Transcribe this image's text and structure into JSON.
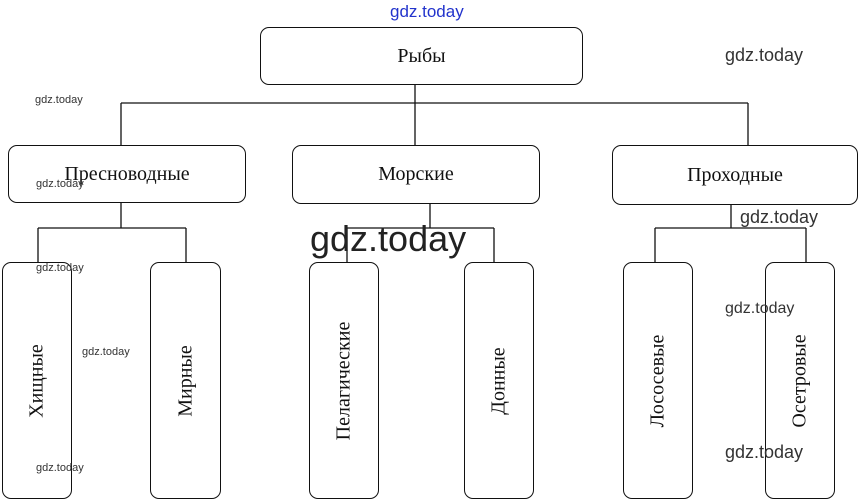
{
  "root": "Рыбы",
  "groups": [
    {
      "label": "Пресноводные",
      "children": [
        "Хищные",
        "Мирные"
      ]
    },
    {
      "label": "Морские",
      "children": [
        "Пелагические",
        "Донные"
      ]
    },
    {
      "label": "Проходные",
      "children": [
        "Лососевые",
        "Осетровые"
      ]
    }
  ],
  "watermark": "gdz.today"
}
